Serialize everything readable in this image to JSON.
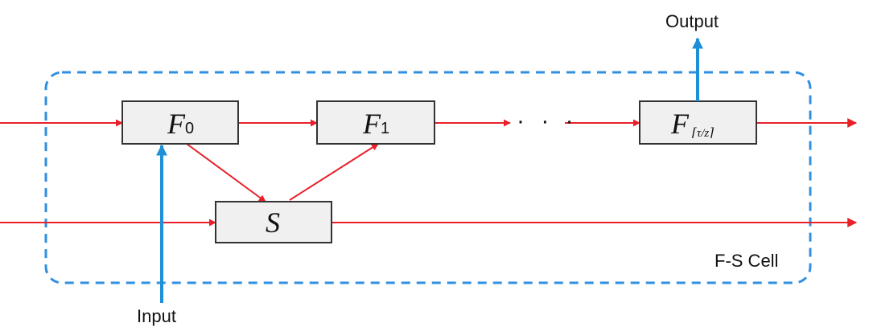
{
  "diagram": {
    "labels": {
      "output": "Output",
      "input": "Input",
      "cell": "F-S Cell",
      "ellipsis": "· · ·"
    },
    "nodes": {
      "f0": {
        "main": "F",
        "sub": "0"
      },
      "f1": {
        "main": "F",
        "sub": "1"
      },
      "fn": {
        "main": "F",
        "sub": "⌈τ/z⌉"
      },
      "s": {
        "main": "S"
      }
    },
    "colors": {
      "flow_arrow": "#e8202a",
      "io_arrow": "#1e90d8",
      "cell_border": "#2f8fe0",
      "box_fill": "#f0f0f0",
      "box_border": "#333333"
    }
  }
}
